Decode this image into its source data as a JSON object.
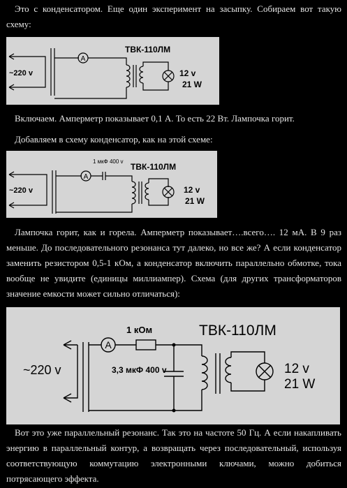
{
  "paragraphs": [
    "Это с конденсатором. Еще один эксперимент на засыпку. Собираем вот такую схему:",
    "Включаем. Амперметр показывает 0,1 А. То есть 22 Вт. Лампочка горит.",
    "Добавляем в схему конденсатор, как на этой схеме:",
    "Лампочка горит, как и горела. Амперметр показывает….всего…. 12 мА. В 9 раз меньше. До последовательного резонанса тут далеко, но все же? А если конденсатор заменить резистором 0,5-1 кОм, а конденсатор включить параллельно обмотке, тока вообще не увидите (единицы миллиампер). Схема (для других трансформаторов значение емкости может сильно отличаться):",
    "Вот это уже параллельный резонанс. Так это на частоте 50 Гц. А если накапливать энергию в параллельный контур, а возвращать через последовательный, используя соответствующую коммутацию электронными ключами, можно добиться потрясающего эффекта."
  ],
  "diagram1": {
    "transformer": "ТВК-110ЛМ",
    "source": "~220 v",
    "ammeter": "A",
    "lamp_voltage": "12 v",
    "lamp_power": "21 W"
  },
  "diagram2": {
    "transformer": "ТВК-110ЛМ",
    "source": "~220 v",
    "ammeter": "A",
    "capacitor": "1 мкФ 400 v",
    "lamp_voltage": "12 v",
    "lamp_power": "21 W"
  },
  "diagram3": {
    "transformer": "ТВК-110ЛМ",
    "source": "~220 v",
    "ammeter": "A",
    "resistor": "1 кОм",
    "capacitor": "3,3 мкФ 400 v",
    "lamp_voltage": "12 v",
    "lamp_power": "21 W"
  }
}
